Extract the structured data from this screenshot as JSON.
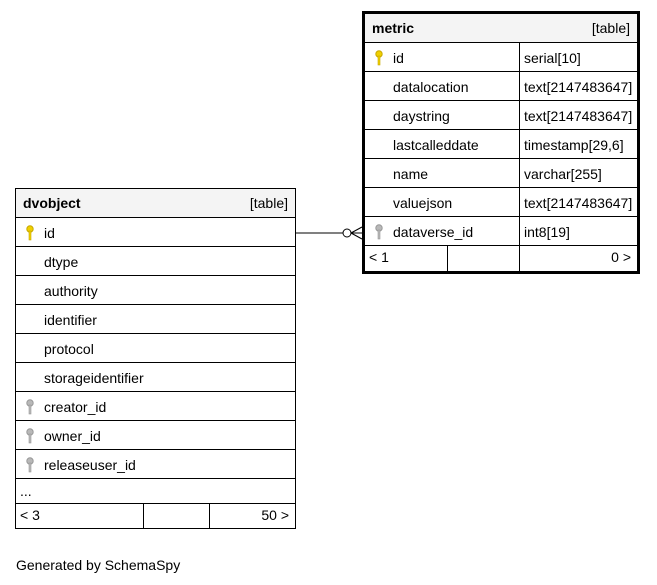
{
  "metric": {
    "name": "metric",
    "type_label": "[table]",
    "columns": [
      {
        "name": "id",
        "type": "serial[10]",
        "key": "primary"
      },
      {
        "name": "datalocation",
        "type": "text[2147483647]",
        "key": "none"
      },
      {
        "name": "daystring",
        "type": "text[2147483647]",
        "key": "none"
      },
      {
        "name": "lastcalleddate",
        "type": "timestamp[29,6]",
        "key": "none"
      },
      {
        "name": "name",
        "type": "varchar[255]",
        "key": "none"
      },
      {
        "name": "valuejson",
        "type": "text[2147483647]",
        "key": "none"
      },
      {
        "name": "dataverse_id",
        "type": "int8[19]",
        "key": "foreign"
      }
    ],
    "footer": {
      "left": "< 1",
      "right": "0 >"
    }
  },
  "dvobject": {
    "name": "dvobject",
    "type_label": "[table]",
    "columns": [
      {
        "name": "id",
        "key": "primary"
      },
      {
        "name": "dtype",
        "key": "none"
      },
      {
        "name": "authority",
        "key": "none"
      },
      {
        "name": "identifier",
        "key": "none"
      },
      {
        "name": "protocol",
        "key": "none"
      },
      {
        "name": "storageidentifier",
        "key": "none"
      },
      {
        "name": "creator_id",
        "key": "foreign"
      },
      {
        "name": "owner_id",
        "key": "foreign"
      },
      {
        "name": "releaseuser_id",
        "key": "foreign"
      }
    ],
    "ellipsis": "...",
    "footer": {
      "left": "< 3",
      "right": "50 >"
    }
  },
  "footer_text": "Generated by SchemaSpy",
  "colors": {
    "primary_key": "#f0d000",
    "foreign_key": "#b8b8b8",
    "header_bg": "#f4f4f4"
  }
}
